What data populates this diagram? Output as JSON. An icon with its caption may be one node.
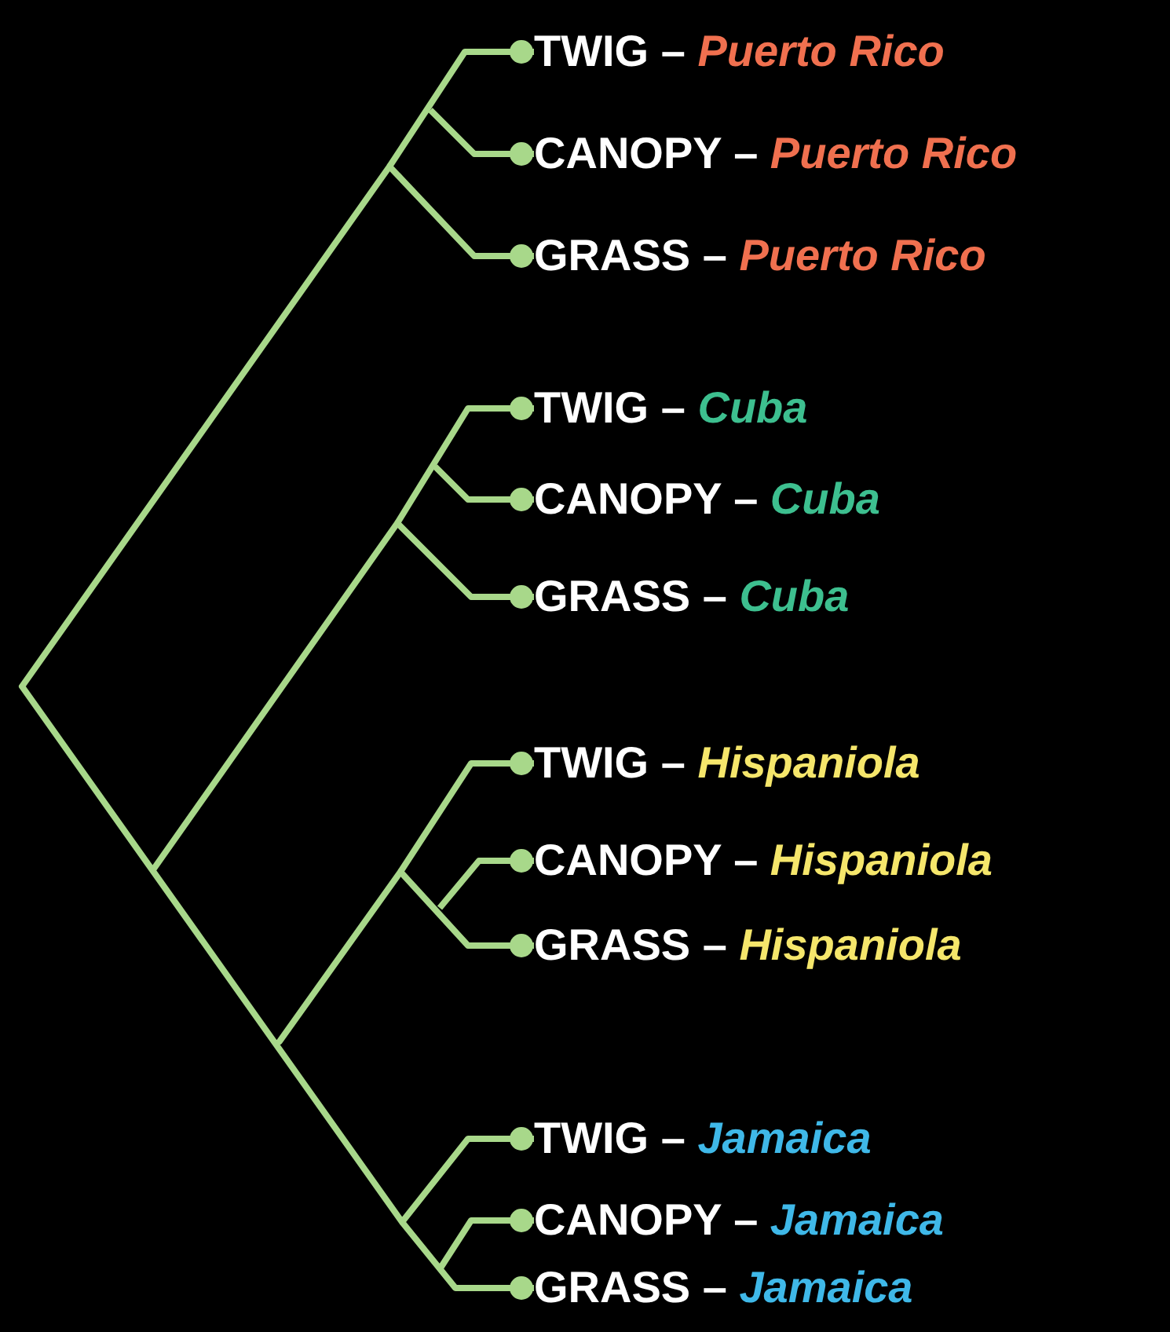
{
  "diagram": {
    "nodes": [
      {
        "text": [
          "TWIG – *Puerto Rico*"
        ]
      },
      {
        "text": [
          "CANOPY – *Puerto Rico*"
        ]
      },
      {
        "text": [
          "GRASS – *Puerto Rico*"
        ]
      },
      {
        "text": [
          "TWIG – *Cuba*"
        ]
      },
      {
        "text": [
          "CANOPY – *Cuba*"
        ]
      },
      {
        "text": [
          "GRASS – *Cuba*"
        ]
      },
      {
        "text": [
          "TWIG – *Hispaniola*"
        ]
      },
      {
        "text": [
          "CANOPY – *Hispaniola*"
        ]
      },
      {
        "text": [
          "GRASS – *Hispaniola*"
        ]
      },
      {
        "text": [
          "TWIG – *Jamaica*"
        ]
      },
      {
        "text": [
          "CANOPY – *Jamaica*"
        ]
      },
      {
        "text": [
          "GRASS – *Jamaica*"
        ]
      }
    ],
    "edges": [
      {
        "from": null,
        "to": 0,
        "arrow": "other"
      },
      {
        "from": null,
        "to": 1,
        "arrow": "other"
      },
      {
        "from": null,
        "to": 2,
        "arrow": "other"
      },
      {
        "from": null,
        "to": 3,
        "arrow": "other"
      },
      {
        "from": null,
        "to": 4,
        "arrow": "other"
      },
      {
        "from": null,
        "to": 5,
        "arrow": "other"
      },
      {
        "from": null,
        "to": 6,
        "arrow": "other"
      },
      {
        "from": null,
        "to": 7,
        "arrow": "other"
      },
      {
        "from": null,
        "to": 8,
        "arrow": "other"
      },
      {
        "from": null,
        "to": 9,
        "arrow": "other"
      },
      {
        "from": null,
        "to": 10,
        "arrow": "other"
      },
      {
        "from": null,
        "to": 11,
        "arrow": "other"
      }
    ]
  }
}
